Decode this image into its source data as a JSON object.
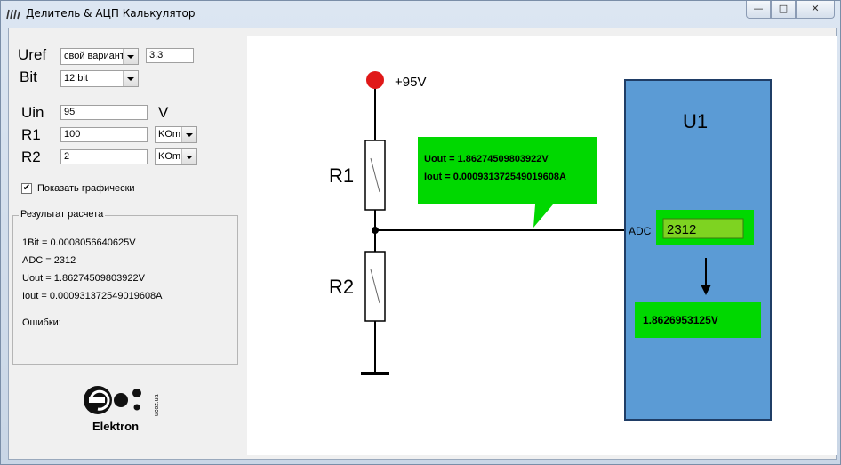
{
  "window": {
    "title": "Делитель & АЦП Калькулятор"
  },
  "form": {
    "uref_label": "Uref",
    "uref_select": "свой вариант",
    "uref_value": "3.3",
    "bit_label": "Bit",
    "bit_select": "12 bit",
    "uin_label": "Uin",
    "uin_value": "95",
    "uin_unit": "V",
    "r1_label": "R1",
    "r1_value": "100",
    "r1_unit": "KOm",
    "r2_label": "R2",
    "r2_value": "2",
    "r2_unit": "KOm",
    "show_graphic_label": "Показать графически",
    "show_graphic_checked": true
  },
  "results": {
    "title": "Результат расчета",
    "bit": "1Bit = 0.0008056640625V",
    "adc": "ADC = 2312",
    "uout": "Uout = 1.86274509803922V",
    "iout": "Iout = 0.000931372549019608A",
    "errors": "Ошибки:"
  },
  "logo": {
    "name": "Elektron",
    "site": "ucoz.ua"
  },
  "diagram": {
    "supply": "+95V",
    "r1": "R1",
    "r2": "R2",
    "chip": "U1",
    "adc_pin": "ADC",
    "adc_value": "2312",
    "voltage_out": "1.8626953125V",
    "callout_uout": "Uout = 1.86274509803922V",
    "callout_iout": "Iout = 0.000931372549019608A",
    "colors": {
      "chip": "#5b9bd5",
      "callout": "#00d800",
      "adc_box": "#7ed321",
      "supply": "#e01818"
    }
  }
}
